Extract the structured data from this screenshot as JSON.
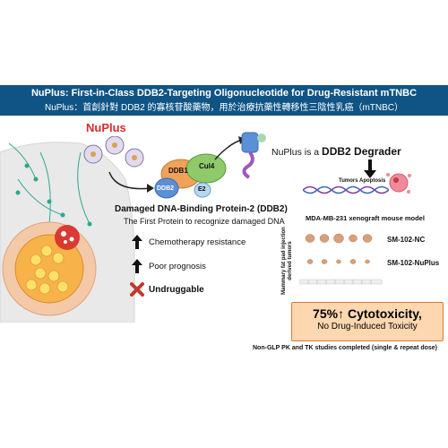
{
  "banner": {
    "title": "NuPlus: First-in-Class DDB2-Targeting Oligonucleotide for Drug-Resistant mTNBC",
    "subtitle": "NuPlus：首創針對 DDB2 的寡核苷酸藥物，用於治療抗藥性轉移性三陰性乳癌（mTNBC）"
  },
  "left": {
    "nuplus_label": "NuPlus",
    "ddb1": "DDB1",
    "ddb2": "DDB2",
    "cul4": "Cul4",
    "e2": "E2",
    "protein_title": "Damaged DNA-Binding Protein-2 (DDB2)",
    "protein_desc": "The First Protein to recognize damaged DNA",
    "point1": "Chemotherapy resistance",
    "point2": "Poor prognosis",
    "point3": "Undruggable"
  },
  "right": {
    "degrader_prefix": "NuPlus is a ",
    "degrader_strong": "DDB2 Degrader",
    "tumor_apoptosis": "Tumors Apoptosis",
    "model_title": "MDA-MB-231 xenograft mouse model",
    "ylabel_1": "Mammary fat pad injection",
    "ylabel_2": "derived tumors",
    "row1": "SM-102-NC",
    "row2": "SM-102-NuPlus",
    "result_big": "75%↑ Cytotoxicity,",
    "result_small": "No Drug-Induced Toxicity",
    "footer": "Non-GLP PK and TK studies completed (single & repeat dose)"
  },
  "colors": {
    "banner": "#0f5485",
    "nuplus_red": "#d62b2b",
    "ddb1": "#f0a15a",
    "cul4": "#8fc96a",
    "ddb2": "#5b8fd6",
    "box_fill": "#fcd7b0",
    "box_border": "#e07b2c"
  }
}
